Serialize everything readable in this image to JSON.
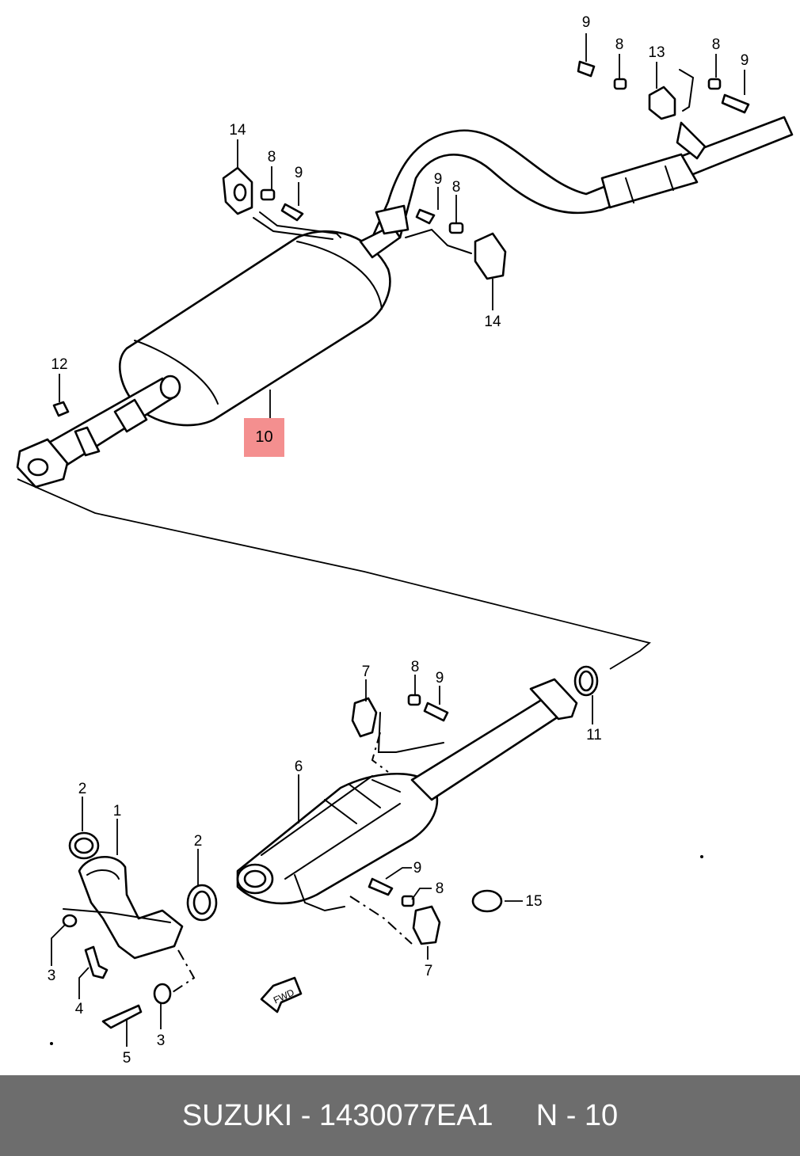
{
  "callouts": {
    "top_9a": "9",
    "top_8a": "8",
    "top_13": "13",
    "top_8b": "8",
    "top_9b": "9",
    "left_14": "14",
    "left_8": "8",
    "left_9": "9",
    "mid_9": "9",
    "mid_8": "8",
    "mid_14": "14",
    "n12": "12",
    "n10": "10",
    "low_7a": "7",
    "low_8": "8",
    "low_9": "9",
    "low_11": "11",
    "low_6": "6",
    "low_2a": "2",
    "low_1": "1",
    "low_2b": "2",
    "low_9b": "9",
    "low_8b": "8",
    "low_15": "15",
    "low_7b": "7",
    "low_3a": "3",
    "low_4": "4",
    "low_5": "5",
    "low_3b": "3"
  },
  "fwd_label": "FWD",
  "highlight_color": "#f48f8f",
  "footer": {
    "brand_part": "SUZUKI - 1430077EA1",
    "page": "N - 10"
  }
}
